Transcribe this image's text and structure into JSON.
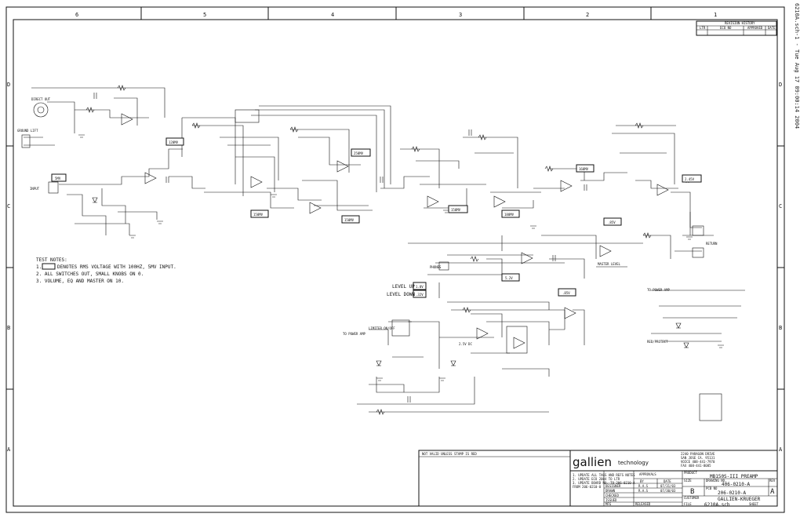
{
  "side_stamp": "6210A.sch-1 - Tue Aug 17 09:00:14 2004",
  "zones_top": [
    "6",
    "5",
    "4",
    "3",
    "2",
    "1"
  ],
  "zones_side": [
    "D",
    "C",
    "B",
    "A"
  ],
  "revision_history": {
    "title": "REVISION HISTORY",
    "headers": [
      "LTR",
      "ECO NO",
      "APPROVED",
      "DATE"
    ]
  },
  "voltage_labels": {
    "v1": "120MV",
    "v2": "5MV",
    "v3": "150MV",
    "v4": "250MV",
    "v5": "150MV",
    "v6": "150MV",
    "v7": "180MV",
    "v8": "160MV",
    "v9": "2.45V",
    "v10": ".85V",
    "v11": "5.2V",
    "v12": ".85V",
    "v13": "1.0V",
    "v14": ".32V",
    "v15": "2.5V DC"
  },
  "signal_labels": {
    "input": "INPUT",
    "direct_out": "DIRECT OUT",
    "ground_lift": "GROUND LIFT",
    "level_up": "LEVEL UP",
    "level_down": "LEVEL DOWN",
    "limiter_onoff": "LIMITER ON/OFF",
    "to_power_amp": "TO POWER AMP",
    "return": "RETURN",
    "phones": "PHONES",
    "master": "MASTER LEVEL",
    "red_protect": "RED/PROTECT"
  },
  "test_notes": {
    "title": "TEST NOTES:",
    "note1_prefix": "1.",
    "note1_text": "DENOTES RMS VOLTAGE WITH 100HZ, 5MV INPUT.",
    "note2": "2. ALL SWITCHES OUT, SMALL KNOBS ON 0.",
    "note3": "3. VOLUME, EQ AND MASTER ON 10."
  },
  "title_block": {
    "stamp_note": "NOT VALID UNLESS STAMP IS RED",
    "company": "gallien",
    "company_suffix": "technology",
    "address1": "2240 PARAGON DRIVE",
    "address2": "SAN JOSE CA. 95131",
    "address3": "VOICE  408-441-7970",
    "address4": "FAX    408-441-8085",
    "notes": [
      "1. UPDATE ALL TAGS AND REFS NOTES",
      "2. UPDATE ECO 2004 TO LTR",
      "3. UPDATE BOARD NO. TO 206-0210-A",
      "   FROM 206-0210-0"
    ],
    "approvals_label": "APPROVALS",
    "by_label": "BY",
    "date_label": "DATE",
    "designer_label": "DESIGNER",
    "designer_by": "R.A.S",
    "designer_date": "07/31/03",
    "drawn_label": "DRAWN",
    "drawn_by": "R.A.S",
    "drawn_date": "07/30/03",
    "checked_label": "CHECKED",
    "issued_label": "ISSUED",
    "mfg_label": "MFG",
    "released_label": "RELEASED",
    "product_label": "PRODUCT",
    "product": "MB150S-III PREAMP",
    "drawing_no_label": "DRAWING NO.",
    "drawing_no": "406-0210-A",
    "pcb_no_label": "PCB NO",
    "pcb_no": "206-0210-A",
    "size_label": "SIZE",
    "size": "B",
    "rev_label": "REV",
    "rev": "A",
    "customer_label": "CUSTOMER",
    "customer": "GALLIEN-KRUEGER",
    "file_label": "FILE",
    "file": "6210A.sch",
    "sheet_label": "SHEET"
  }
}
